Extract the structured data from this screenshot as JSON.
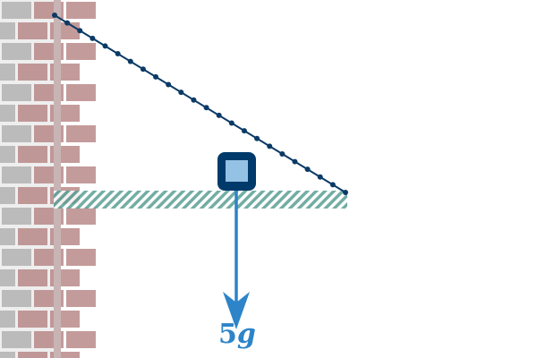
{
  "diagram": {
    "force_label_number": "5",
    "force_label_symbol": "g",
    "string_bead_count": 24,
    "colors": {
      "string": "#0b3a66",
      "block_outer": "#003a6b",
      "block_inner": "#93c2e4",
      "arrow": "#2d84c8",
      "rod": "#5a9e94",
      "brick": "#b07a7a",
      "brick_grey": "#a9a9a9",
      "mortar": "#eeeeee"
    }
  }
}
